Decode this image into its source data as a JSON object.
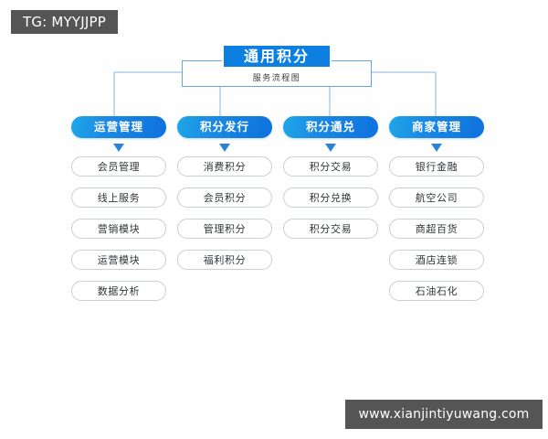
{
  "watermarks": {
    "tg": "TG: MYYJJPP",
    "url": "www.xianjintiyuwang.com"
  },
  "header": {
    "title": "通用积分",
    "subtitle": "服务流程图",
    "title_bg": "#0d7fe0",
    "subtitle_border": "#6ba4dd"
  },
  "colors": {
    "category_gradient_start": "#1ea7e8",
    "category_gradient_end": "#0e72dd",
    "arrow": "#2c84d8",
    "pill_border": "#c9cfd4",
    "connector_line": "#86b4df",
    "watermark_bg": "#555555"
  },
  "columns": [
    {
      "id": "operations-management",
      "category": "运营管理",
      "items": [
        "会员管理",
        "线上服务",
        "营销模块",
        "运营模块",
        "数据分析"
      ]
    },
    {
      "id": "points-issuance",
      "category": "积分发行",
      "items": [
        "消费积分",
        "会员积分",
        "管理积分",
        "福利积分"
      ]
    },
    {
      "id": "points-exchange",
      "category": "积分通兑",
      "items": [
        "积分交易",
        "积分兑换",
        "积分交易"
      ]
    },
    {
      "id": "merchant-management",
      "category": "商家管理",
      "items": [
        "银行金融",
        "航空公司",
        "商超百货",
        "酒店连锁",
        "石油石化"
      ]
    }
  ]
}
